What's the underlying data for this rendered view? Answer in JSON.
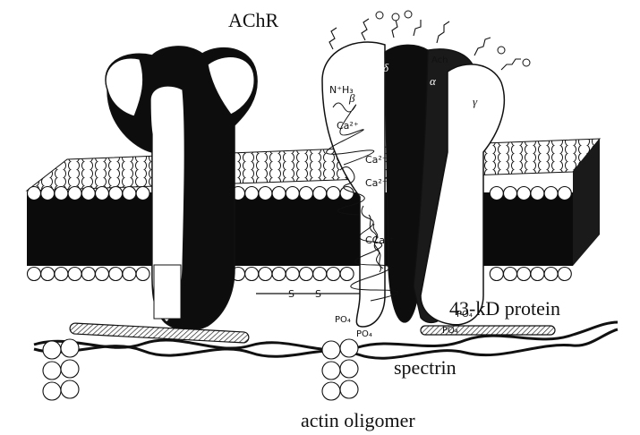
{
  "labels": {
    "achr": "AChR",
    "protein_43kd": "43-kD protein",
    "spectrin": "spectrin",
    "actin": "actin oligomer"
  },
  "subunits": {
    "delta": "δ",
    "beta": "β",
    "alpha": "α",
    "gamma": "γ"
  },
  "annotations": {
    "nh3": "N⁺H₃",
    "ach": "Ach",
    "ca1": "Ca²⁺",
    "ca2": "Ca²⁺",
    "ca3": "Ca²⁺",
    "ca4": "CCa²⁺",
    "disulfide_s1": "S",
    "disulfide_s2": "S",
    "po4_1": "PO₄",
    "po4_2": "PO₄",
    "po4_3": "PO₄",
    "po4_4": "PO₄"
  }
}
